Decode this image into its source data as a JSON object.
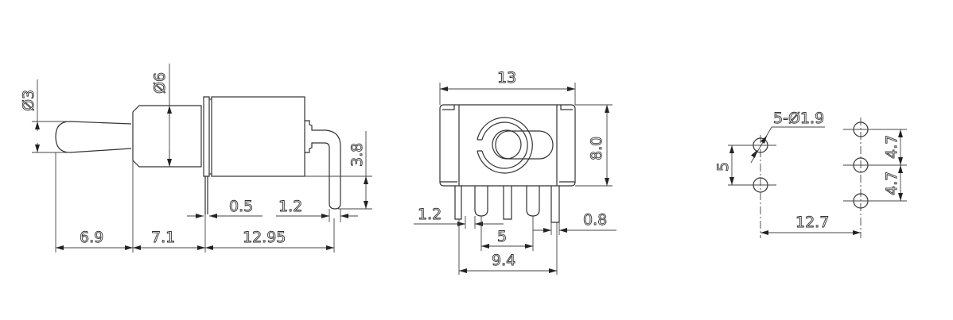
{
  "drawing": {
    "side_view": {
      "labels": {
        "lever_diameter": "Ø3",
        "bushing_diameter": "Ø6",
        "terminal_height": "3.8",
        "flange_thickness": "0.5",
        "terminal_offset": "1.2",
        "lever_length": "6.9",
        "bushing_length": "7.1",
        "body_length": "12.95"
      }
    },
    "front_view": {
      "labels": {
        "width": "13",
        "height": "8.0",
        "pin_width": "1.2",
        "pin_pitch": "5",
        "pin_span": "9.4",
        "end_pin_width": "0.8"
      }
    },
    "pcb_layout": {
      "labels": {
        "holes": "5-Ø1.9",
        "left_spacing": "5",
        "right_spacing_upper": "4.7",
        "right_spacing_lower": "4.7",
        "column_spacing": "12.7"
      }
    },
    "line_color": "#333333"
  }
}
